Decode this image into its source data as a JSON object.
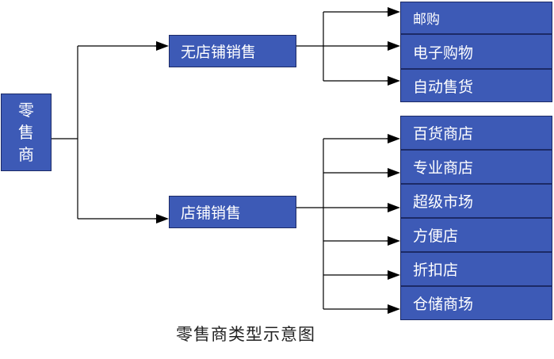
{
  "root": {
    "label": "零售商"
  },
  "branches": [
    {
      "label": "无店铺销售",
      "children": [
        "邮购",
        "电子购物",
        "自动售货"
      ]
    },
    {
      "label": "店铺销售",
      "children": [
        "百货商店",
        "专业商店",
        "超级市场",
        "方便店",
        "折扣店",
        "仓储商场"
      ]
    }
  ],
  "caption": "零售商类型示意图"
}
